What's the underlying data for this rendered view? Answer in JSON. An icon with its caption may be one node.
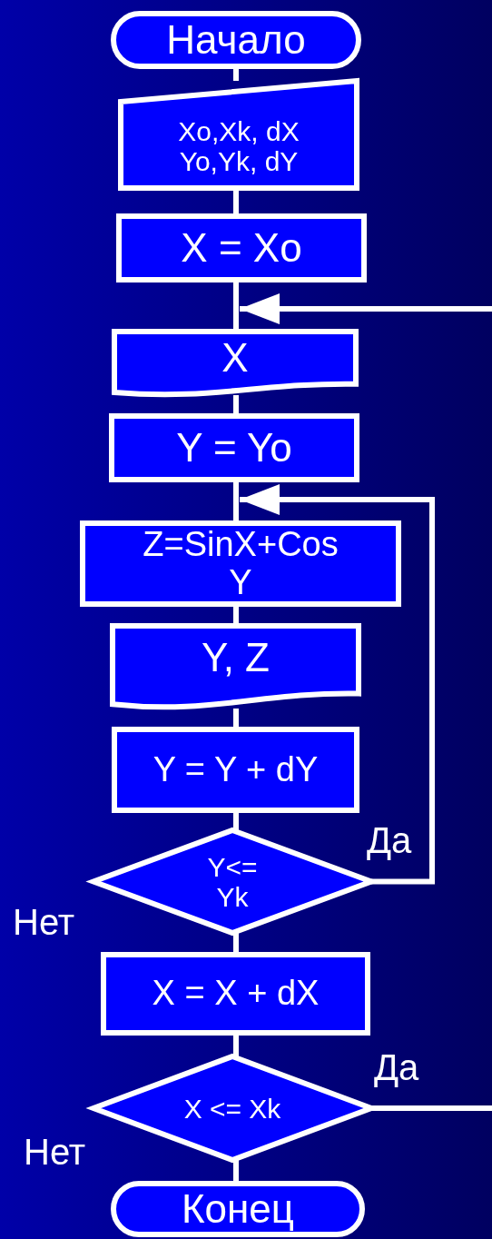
{
  "diagram": {
    "nodes": [
      {
        "text": [
          "Начало"
        ]
      },
      {
        "text": [
          "Xo,Xk, dX Yo,Yk, dY"
        ]
      },
      {
        "text": [
          "X = Xo"
        ]
      },
      {
        "text": [
          "X"
        ]
      },
      {
        "text": [
          "Y = Yo"
        ]
      },
      {
        "text": [
          "Z=SinX+Cos Y"
        ]
      },
      {
        "text": [
          "Y, Z"
        ]
      },
      {
        "text": [
          "Y = Y + dY"
        ]
      },
      {
        "text": [
          "Y<= Yk"
        ]
      },
      {
        "text": [
          "X = X + dX"
        ]
      },
      {
        "text": [
          "X <= Xk"
        ]
      },
      {
        "text": [
          "Конец"
        ]
      }
    ],
    "edges": [
      {
        "from": 0,
        "to": 1,
        "arrow": "none"
      },
      {
        "from": 1,
        "to": 2,
        "arrow": "none"
      },
      {
        "from": 2,
        "to": 3,
        "arrow": "none"
      },
      {
        "from": 3,
        "to": 4,
        "arrow": "none"
      },
      {
        "from": 4,
        "to": 5,
        "arrow": "none"
      },
      {
        "from": 5,
        "to": 6,
        "arrow": "none"
      },
      {
        "from": 6,
        "to": 7,
        "arrow": "none"
      },
      {
        "from": 7,
        "to": 8,
        "arrow": "none"
      },
      {
        "from": 8,
        "to": 5,
        "arrow": "to",
        "label": "Да"
      },
      {
        "from": 8,
        "to": 9,
        "arrow": "none",
        "label": "Нет"
      },
      {
        "from": 9,
        "to": 10,
        "arrow": "none"
      },
      {
        "from": 10,
        "to": 11,
        "arrow": "none",
        "label": "Нет"
      },
      {
        "from": 10,
        "to": null,
        "arrow": "none",
        "label": "Да"
      },
      {
        "from": null,
        "to": 3,
        "arrow": "to"
      }
    ]
  }
}
